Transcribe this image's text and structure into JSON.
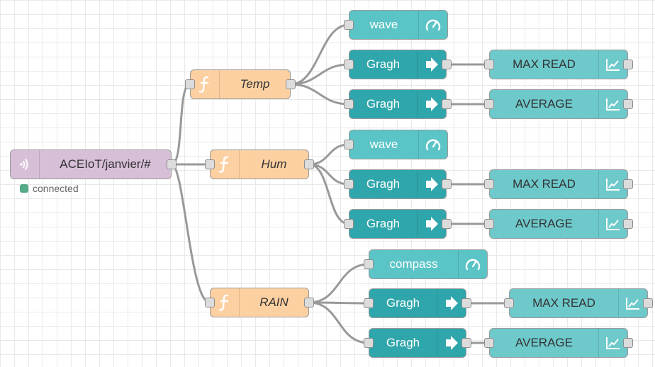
{
  "colors": {
    "mqtt_node": "#d8bfd8",
    "function_node": "#fdd0a2",
    "gauge_node": "#5bc4c6",
    "graph_node": "#2fa6ab",
    "chart_node": "#6ec9cb",
    "wire": "#999999",
    "status_connected": "#55aa88"
  },
  "mqtt_in": {
    "topic": "ACEIoT/janvier/#",
    "status": "connected",
    "icon": "wifi-broadcast-icon"
  },
  "functions": [
    {
      "label": "Temp",
      "icon": "function-icon"
    },
    {
      "label": "Hum",
      "icon": "function-icon"
    },
    {
      "label": "RAIN",
      "icon": "function-icon"
    }
  ],
  "gauges": [
    {
      "label": "wave",
      "icon": "gauge-icon"
    },
    {
      "label": "wave",
      "icon": "gauge-icon"
    },
    {
      "label": "compass",
      "icon": "gauge-icon"
    }
  ],
  "graph_nodes": [
    {
      "label": "Gragh",
      "icon": "arrow-right-icon"
    },
    {
      "label": "Gragh",
      "icon": "arrow-right-icon"
    },
    {
      "label": "Gragh",
      "icon": "arrow-right-icon"
    },
    {
      "label": "Gragh",
      "icon": "arrow-right-icon"
    },
    {
      "label": "Gragh",
      "icon": "arrow-right-icon"
    },
    {
      "label": "Gragh",
      "icon": "arrow-right-icon"
    }
  ],
  "charts": [
    {
      "label": "MAX READ",
      "icon": "chart-icon"
    },
    {
      "label": "AVERAGE",
      "icon": "chart-icon"
    },
    {
      "label": "MAX READ",
      "icon": "chart-icon"
    },
    {
      "label": "AVERAGE",
      "icon": "chart-icon"
    },
    {
      "label": "MAX READ",
      "icon": "chart-icon"
    },
    {
      "label": "AVERAGE",
      "icon": "chart-icon"
    }
  ]
}
